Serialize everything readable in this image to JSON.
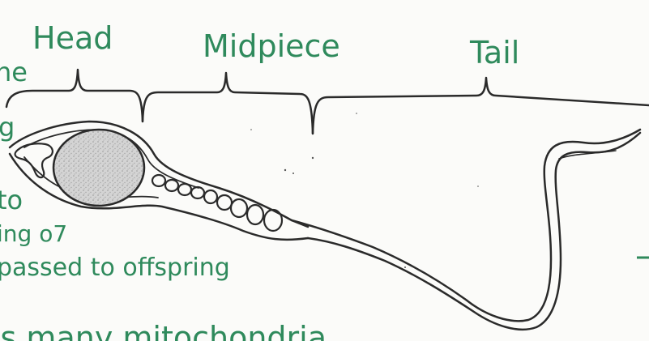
{
  "diagram": {
    "labels": {
      "head": "Head",
      "midpiece": "Midpiece",
      "tail": "Tail"
    },
    "margin_notes": [
      "ne",
      "g",
      "to",
      "ing o7",
      "passed to offspring",
      "is many mitochondria"
    ],
    "colors": {
      "label_green": "#2f8a5c",
      "ink": "#2a2a2a",
      "paper": "#fbfbf9",
      "nucleus_fill": "#c9c9c9"
    }
  }
}
